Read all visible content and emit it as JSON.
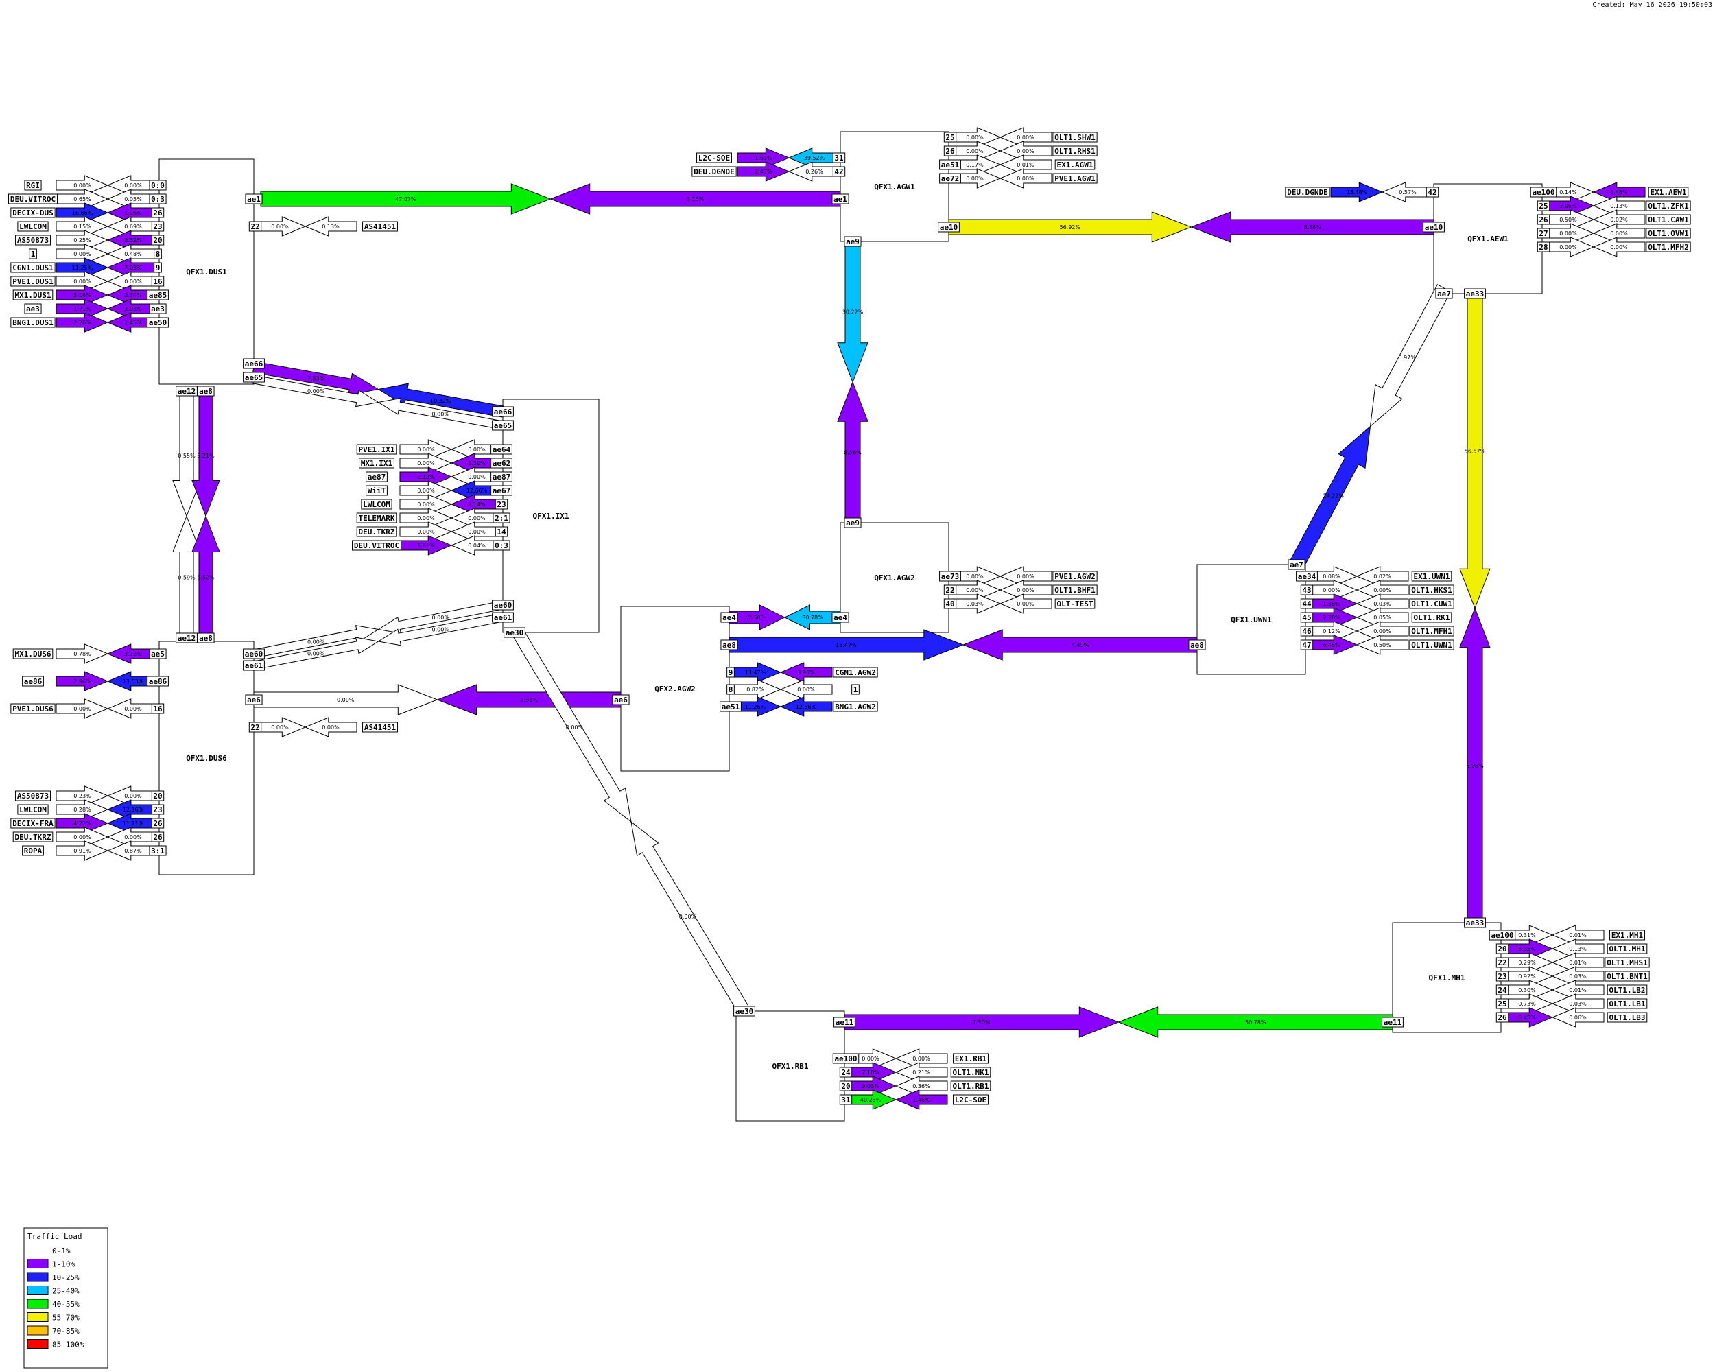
{
  "created": "Created: May 16 2026 19:50:03",
  "legend": {
    "title": "Traffic Load",
    "bands": [
      {
        "label": "0-1%",
        "color": "#ffffff"
      },
      {
        "label": "1-10%",
        "color": "#8c00ff"
      },
      {
        "label": "10-25%",
        "color": "#2020ff"
      },
      {
        "label": "25-40%",
        "color": "#00c0ff"
      },
      {
        "label": "40-55%",
        "color": "#00f000"
      },
      {
        "label": "55-70%",
        "color": "#f0f000"
      },
      {
        "label": "70-85%",
        "color": "#ffc000"
      },
      {
        "label": "85-100%",
        "color": "#ff0000"
      }
    ]
  },
  "nodes": {
    "dus1": "QFX1.DUS1",
    "dus6": "QFX1.DUS6",
    "ix1": "QFX1.IX1",
    "agw1": "QFX1.AGW1",
    "agw2": "QFX1.AGW2",
    "agw2b": "QFX2.AGW2",
    "aew1": "QFX1.AEW1",
    "uwn1": "QFX1.UWN1",
    "rb1": "QFX1.RB1",
    "mh1": "QFX1.MH1"
  },
  "core_links": [
    {
      "id": "dus1-agw1",
      "out": "47.07%",
      "in": "3.15%"
    },
    {
      "id": "agw1-aew1",
      "out": "56.92%",
      "in": "6.88%"
    },
    {
      "id": "agw1-agw2",
      "out": "30.22%",
      "in": "8.56%"
    },
    {
      "id": "dus1-ix1",
      "out": "7.53%",
      "in": "10.32%"
    },
    {
      "id": "dus1-ix1b",
      "out": "0.00%",
      "in": "0.00%"
    },
    {
      "id": "dus1-dus6",
      "out": "0.55%",
      "in": "0.59%"
    },
    {
      "id": "dus1-dus6b",
      "out": "5.21%",
      "in": "5.52%"
    },
    {
      "id": "dus6-ix1a",
      "out": "0.00%",
      "in": "0.00%"
    },
    {
      "id": "dus6-ix1b",
      "out": "0.00%",
      "in": "0.00%"
    },
    {
      "id": "dus6-agw2b",
      "out": "0.00%",
      "in": "1.51%"
    },
    {
      "id": "agw2b-uwn1",
      "out": "13.47%",
      "in": "4.40%"
    },
    {
      "id": "ix1-rb1",
      "out": "0.00%",
      "in": "0.00%"
    },
    {
      "id": "aew1-uwn1",
      "out": "0.97%",
      "in": "14.22%"
    },
    {
      "id": "aew1-mh1",
      "out": "56.57%",
      "in": "6.98%"
    },
    {
      "id": "rb1-mh1",
      "out": "7.50%",
      "in": "50.78%"
    },
    {
      "id": "agw2-agw2b",
      "out": "2.50%",
      "in": "30.78%"
    }
  ],
  "edges": [
    {
      "port": "0:0",
      "peer": "RGI",
      "out": "0.00%",
      "in": "0.00%"
    },
    {
      "port": "0:3",
      "peer": "DEU.VITROC",
      "out": "0.05%",
      "in": "0.65%"
    },
    {
      "port": "26",
      "peer": "DECIX-DUS",
      "out": "1.26%",
      "in": "16.66%"
    },
    {
      "port": "23",
      "peer": "LWLCOM",
      "out": "0.69%",
      "in": "0.15%"
    },
    {
      "port": "20",
      "peer": "AS50873",
      "out": "2.52%",
      "in": "0.25%"
    },
    {
      "port": "8",
      "peer": "1",
      "out": "0.48%",
      "in": "0.00%"
    },
    {
      "port": "9",
      "peer": "CGN1.DUS1",
      "out": "7.03%",
      "in": "11.25%"
    },
    {
      "port": "16",
      "peer": "PVE1.DUS1",
      "out": "0.00%",
      "in": "0.00%"
    },
    {
      "port": "ae85",
      "peer": "MX1.DUS1",
      "out": "2.34%",
      "in": "5.16%"
    },
    {
      "port": "ae3",
      "peer": "ae3",
      "out": "3.03%",
      "in": "1.71%"
    },
    {
      "port": "ae50",
      "peer": "BNG1.DUS1",
      "out": "1.45%",
      "in": "2.26%"
    },
    {
      "port": "22",
      "peer": "AS41451",
      "out": "0.00%",
      "in": "0.13%"
    },
    {
      "port": "ae5",
      "peer": "MX1.DUS6",
      "out": "3.13%",
      "in": "0.78%"
    },
    {
      "port": "ae86",
      "peer": "ae86",
      "out": "13.53%",
      "in": "2.96%"
    },
    {
      "port": "16",
      "peer": "PVE1.DUS6",
      "out": "0.00%",
      "in": "0.00%"
    },
    {
      "port": "22",
      "peer": "AS41451",
      "out": "0.00%",
      "in": "0.00%"
    },
    {
      "port": "20",
      "peer": "AS50873",
      "out": "0.00%",
      "in": "0.23%"
    },
    {
      "port": "23",
      "peer": "LWLCOM",
      "out": "12.16%",
      "in": "0.28%"
    },
    {
      "port": "26",
      "peer": "DECIX-FRA",
      "out": "11.11%",
      "in": "4.22%"
    },
    {
      "port": "26",
      "peer": "DEU.TKRZ",
      "out": "0.00%",
      "in": "0.00%"
    },
    {
      "port": "3:1",
      "peer": "ROPA",
      "out": "0.87%",
      "in": "0.91%"
    },
    {
      "port": "ae64",
      "peer": "PVE1.IX1",
      "out": "0.00%",
      "in": "0.00%"
    },
    {
      "port": "ae62",
      "peer": "MX1.IX1",
      "out": "1.30%",
      "in": "0.00%"
    },
    {
      "port": "ae87",
      "peer": "ae87",
      "out": "0.00%",
      "in": "2.13%"
    },
    {
      "port": "ae67",
      "peer": "WiiT",
      "out": "12.66%",
      "in": "0.00%"
    },
    {
      "port": "23",
      "peer": "LWLCOM",
      "out": "2.14%",
      "in": "0.00%"
    },
    {
      "port": "2:1",
      "peer": "TELEMARK",
      "out": "0.00%",
      "in": "0.00%"
    },
    {
      "port": "14",
      "peer": "DEU.TKRZ",
      "out": "0.00%",
      "in": "0.00%"
    },
    {
      "port": "0:3",
      "peer": "DEU.VITROC",
      "out": "0.04%",
      "in": "1.01%"
    },
    {
      "port": "31",
      "peer": "L2C-SOE",
      "out": "39.52%",
      "in": "1.61%"
    },
    {
      "port": "42",
      "peer": "DEU.DGNDE",
      "out": "0.26%",
      "in": "2.47%"
    },
    {
      "port": "25",
      "peer": "OLT1.SHW1",
      "out": "0.00%",
      "in": "0.00%"
    },
    {
      "port": "26",
      "peer": "OLT1.RHS1",
      "out": "0.00%",
      "in": "0.00%"
    },
    {
      "port": "ae51",
      "peer": "EX1.AGW1",
      "out": "0.17%",
      "in": "0.01%"
    },
    {
      "port": "ae72",
      "peer": "PVE1.AGW1",
      "out": "0.00%",
      "in": "0.00%"
    },
    {
      "port": "42",
      "peer": "DEU.DGNDE",
      "out": "0.57%",
      "in": "13.48%"
    },
    {
      "port": "ae100",
      "peer": "EX1.AEW1",
      "out": "0.14%",
      "in": "1.48%"
    },
    {
      "port": "25",
      "peer": "OLT1.ZFK1",
      "out": "3.06%",
      "in": "0.13%"
    },
    {
      "port": "26",
      "peer": "OLT1.CAW1",
      "out": "0.50%",
      "in": "0.02%"
    },
    {
      "port": "27",
      "peer": "OLT1.OVW1",
      "out": "0.00%",
      "in": "0.00%"
    },
    {
      "port": "28",
      "peer": "OLT1.MFH2",
      "out": "0.00%",
      "in": "0.00%"
    },
    {
      "port": "ae73",
      "peer": "PVE1.AGW2",
      "out": "0.00%",
      "in": "0.00%"
    },
    {
      "port": "22",
      "peer": "OLT1.BHF1",
      "out": "0.00%",
      "in": "0.00%"
    },
    {
      "port": "40",
      "peer": "OLT-TEST",
      "out": "0.03%",
      "in": "0.00%"
    },
    {
      "port": "9",
      "peer": "CGN1.AGW2",
      "out": "13.47%",
      "in": "3.95%"
    },
    {
      "port": "8",
      "peer": "1",
      "out": "0.82%",
      "in": "0.00%"
    },
    {
      "port": "ae51",
      "peer": "BNG1.AGW2",
      "out": "11.26%",
      "in": "12.36%"
    },
    {
      "port": "ae34",
      "peer": "EX1.UWN1",
      "out": "0.08%",
      "in": "0.02%"
    },
    {
      "port": "43",
      "peer": "OLT1.HKS1",
      "out": "0.00%",
      "in": "0.00%"
    },
    {
      "port": "44",
      "peer": "OLT1.CUW1",
      "out": "1.36%",
      "in": "0.03%"
    },
    {
      "port": "45",
      "peer": "OLT1.RK1",
      "out": "2.38%",
      "in": "0.05%"
    },
    {
      "port": "46",
      "peer": "OLT1.MFH1",
      "out": "0.12%",
      "in": "0.00%"
    },
    {
      "port": "47",
      "peer": "OLT1.UWN1",
      "out": "6.46%",
      "in": "0.50%"
    },
    {
      "port": "ae100",
      "peer": "EX1.RB1",
      "out": "0.00%",
      "in": "0.00%"
    },
    {
      "port": "24",
      "peer": "OLT1.NK1",
      "out": "7.10%",
      "in": "0.21%"
    },
    {
      "port": "20",
      "peer": "OLT1.RB1",
      "out": "9.03%",
      "in": "0.36%"
    },
    {
      "port": "31",
      "peer": "L2C-SOE",
      "out": "40.23%",
      "in": "1.46%"
    },
    {
      "port": "ae100",
      "peer": "EX1.MH1",
      "out": "0.31%",
      "in": "0.01%"
    },
    {
      "port": "20",
      "peer": "OLT1.MH1",
      "out": "5.35%",
      "in": "0.13%"
    },
    {
      "port": "22",
      "peer": "OLT1.MHS1",
      "out": "0.29%",
      "in": "0.01%"
    },
    {
      "port": "23",
      "peer": "OLT1.BNT1",
      "out": "0.92%",
      "in": "0.03%"
    },
    {
      "port": "24",
      "peer": "OLT1.LB2",
      "out": "0.30%",
      "in": "0.01%"
    },
    {
      "port": "25",
      "peer": "OLT1.LB1",
      "out": "0.73%",
      "in": "0.03%"
    },
    {
      "port": "26",
      "peer": "OLT1.LB3",
      "out": "6.43%",
      "in": "0.06%"
    }
  ],
  "ports": {
    "dus1": [
      "ae1",
      "ae66",
      "ae65",
      "ae12",
      "ae8"
    ],
    "dus6": [
      "ae12",
      "ae8",
      "ae60",
      "ae61",
      "ae6"
    ],
    "ix1": [
      "ae66",
      "ae65",
      "ae60",
      "ae61",
      "ae30"
    ],
    "agw1": [
      "ae1",
      "ae9",
      "ae10"
    ],
    "agw2": [
      "ae9",
      "ae4"
    ],
    "agw2b": [
      "ae4",
      "ae8",
      "ae6"
    ],
    "aew1": [
      "ae10",
      "ae7",
      "ae33"
    ],
    "uwn1": [
      "ae7",
      "ae8"
    ],
    "rb1": [
      "ae30",
      "ae11"
    ],
    "mh1": [
      "ae33",
      "ae11"
    ]
  }
}
